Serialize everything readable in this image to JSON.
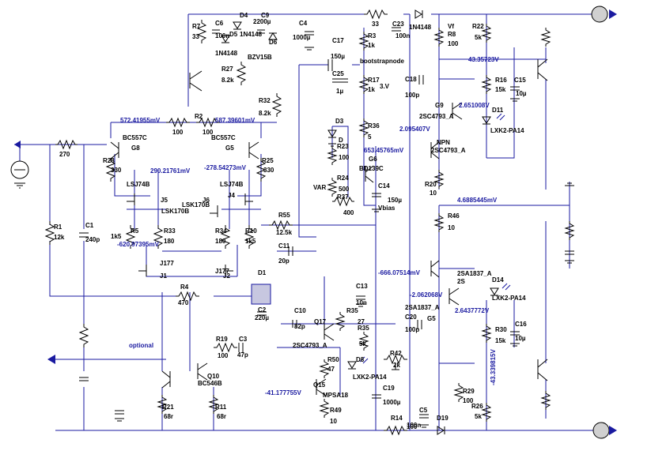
{
  "colors": {
    "wire": "#1a1aa0",
    "component": "#000000",
    "voltage_text": "#1a1aa0",
    "led": "#1a1aa0"
  },
  "labels": {
    "r7": "R7",
    "r7v": "33",
    "c6": "C6",
    "c6v": "100n",
    "d4": "D4",
    "d4v": "1N4148",
    "d5": "D5",
    "d5v": "1N4148",
    "c9": "C9",
    "c9v": "2200µ",
    "d6": "D6",
    "d6v": "BZV15B",
    "c4": "C4",
    "c4v": "1000µ",
    "r27": "R27",
    "r27v": "8.2k",
    "r32": "R32",
    "r32v": "8.2k",
    "r2": "R2",
    "r2v": "100",
    "r2b": "100",
    "v1": "572.41955mV",
    "v2": "587.39601mV",
    "r3": "R3",
    "r3v": "1k",
    "c17": "C17",
    "c17v": "150µ",
    "c25": "C25",
    "c25v": "1µ",
    "bootstrap": "bootstrapnode",
    "r17": "R17",
    "r17v": "1k",
    "vb": "3.V",
    "c18": "C18",
    "c18v": "100p",
    "r36": "R36",
    "r36v": "5",
    "d3": "D3",
    "d": "D",
    "r23": "R23",
    "r23v": "100",
    "r24": "R24",
    "r24v": "500",
    "var": "VAR",
    "r37": "R37",
    "r37v": "400",
    "g6": "G6",
    "g6v": "BD139C",
    "c14": "C14",
    "c14v": "150µ",
    "vbias": "Vbias",
    "q33": "33",
    "c23": "C23",
    "c23v": "100n",
    "d1n": "1N4148",
    "vf": "Vf",
    "r8": "R8",
    "r8v": "100",
    "r22": "R22",
    "r22v": "5k",
    "v_433": "43.35723V",
    "r16": "R16",
    "r16v": "15k",
    "c15": "C15",
    "c15v": "10µ",
    "g9": "G9",
    "g9t": "2SC4793_A",
    "v_265": "2.651008V",
    "d11": "D11",
    "lxk1": "LXK2-PA14",
    "v_2095": "2.095407V",
    "npn": "NPN",
    "g9t2": "2SC4793_A",
    "v_653": "653.45765mV",
    "r20": "R20",
    "r20v": "10",
    "v_468": "4.6885445mV",
    "r270": "270",
    "r28": "R28",
    "r28v": "330",
    "g8": "G8",
    "g8v": "BC557C",
    "g5": "G5",
    "g5v": "BC557C",
    "r25": "R25",
    "r25v": "330",
    "v_290": "290.21761mV",
    "v_278": "-278.54273mV",
    "lsj1": "LSJ74B",
    "lsj2": "LSJ74B",
    "j5": "J5",
    "j4": "J4",
    "j6": "J6",
    "lsk1": "LSK170B",
    "lsk2": "LSK170B",
    "r5": "R5",
    "r5v": "1k5",
    "r33": "R33",
    "r33v": "180",
    "r34": "R34",
    "r34v": "180",
    "r10": "R10",
    "r10v": "1k5",
    "v_620": "-620.97395mV",
    "r55": "R55",
    "r55v": "12.5k",
    "c11": "C11",
    "c11v": "20p",
    "r1": "R1",
    "r1v": "12k",
    "c1": "C1",
    "c1v": "240p",
    "j177a": "J177",
    "j1": "J1",
    "j177b": "J177",
    "j2": "J2",
    "r4": "R4",
    "r4v": "470",
    "d1": "D1",
    "c2": "C2",
    "c2v": "220µ",
    "r46": "R46",
    "r46v": "10",
    "v_666": "-666.07514mV",
    "q2sa1": "2SA1837_A",
    "q2s": "2S",
    "v_206": "-2.062068V",
    "q2sa2": "2SA1837_A",
    "d14": "D14",
    "lxk2": "LXK2-PA14",
    "c20": "C20",
    "c20v": "100p",
    "g5b": "G5",
    "v_26": "2.6437772V",
    "r30": "R30",
    "r30v": "15k",
    "c16": "C16",
    "c16v": "10µ",
    "v_433n": "-43.339815V",
    "r29": "R29",
    "r29v": "100",
    "r26": "R26",
    "r26v": "5k",
    "c13": "C13",
    "c13v": "10n",
    "c10": "C10",
    "c10v": "82p",
    "r35": "R35",
    "r35v": "27",
    "r35b": "R35",
    "r35bv": "5k",
    "q17": "Q17",
    "q17t": "2SC4793_A",
    "r42": "R42",
    "r42v": "2k",
    "r50": "R50",
    "r50v": "47",
    "d8": "D8",
    "lxk3": "LXK2-PA14",
    "r19": "R19",
    "r19v": "100",
    "c3": "C3",
    "c3v": "47p",
    "q10": "Q10",
    "q10t": "BC546B",
    "optional": "optional",
    "v_41": "-41.177755V",
    "q15": "Q15",
    "q15t": "MPSA18",
    "c19": "C19",
    "c19v": "1000µ",
    "r21": "R21",
    "r21v": "68r",
    "r11": "R11",
    "r11v": "68r",
    "r49": "R49",
    "r49v": "10",
    "r14": "R14",
    "r14v": "100",
    "c5": "C5",
    "c5v": "100n",
    "d19": "D19"
  }
}
